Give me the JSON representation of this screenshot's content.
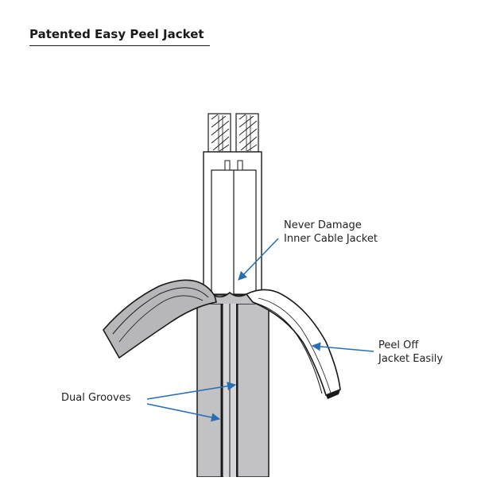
{
  "title": "Patented Easy Peel Jacket",
  "callouts": {
    "never_damage": {
      "line1": "Never Damage",
      "line2": "Inner Cable Jacket"
    },
    "peel_off": {
      "line1": "Peel Off",
      "line2": "Jacket Easily"
    },
    "dual_grooves": "Dual Grooves"
  },
  "colors": {
    "outline": "#1a1a1a",
    "outer_jacket": "#c2c2c4",
    "flap_face": "#b7b7b9",
    "arrow": "#2a6fb3",
    "conductor": "#ffffff"
  }
}
